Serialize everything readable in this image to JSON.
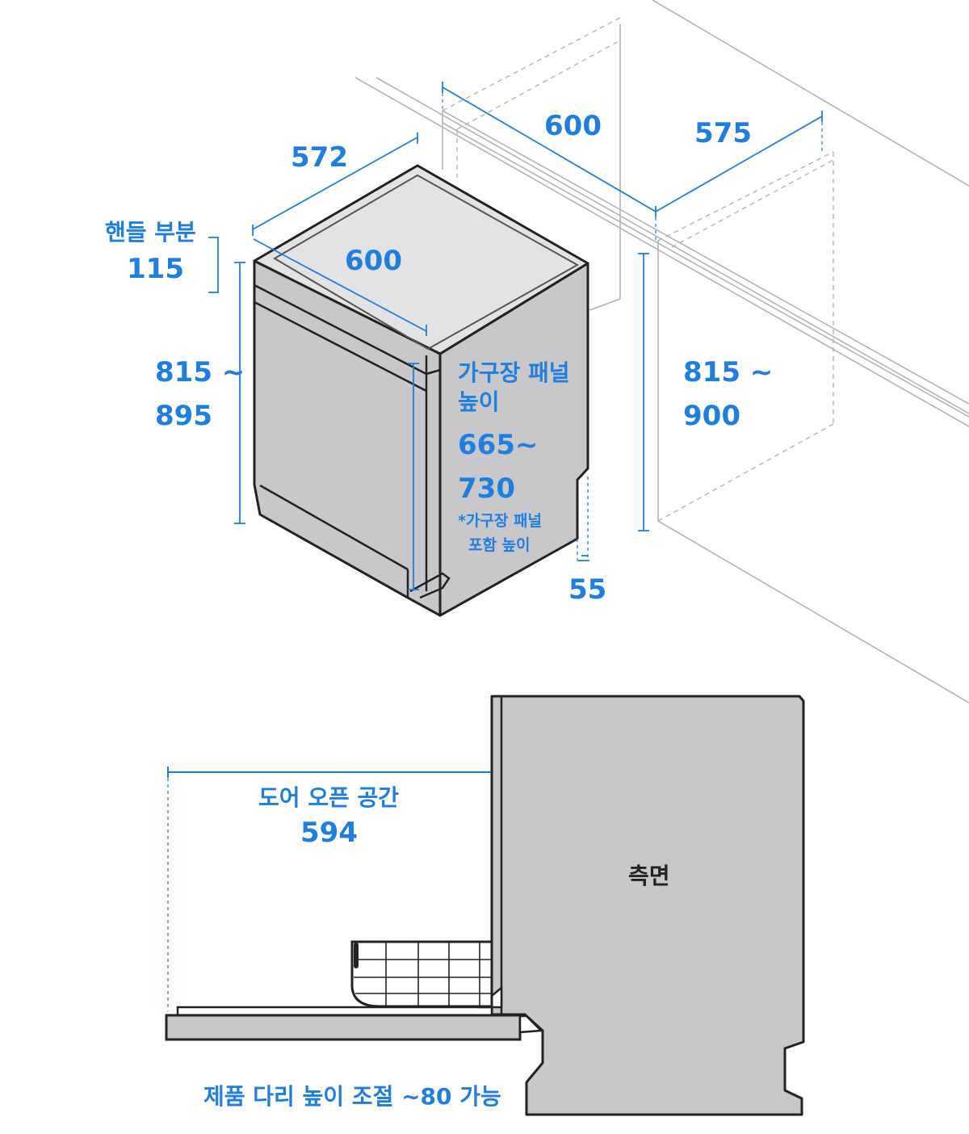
{
  "colors": {
    "accent": "#1f7fe0",
    "body_fill": "#c8c8ca",
    "top_fill": "#e3e3e5",
    "outline": "#222222",
    "cabinet_line": "#b4b4b4"
  },
  "iso": {
    "handle_part_label": "핸들 부분",
    "handle_part_value": "115",
    "depth_value": "572",
    "width_value": "600",
    "height_range_line1": "815 ~",
    "height_range_line2": "895",
    "panel_title_line1": "가구장 패널",
    "panel_title_line2": "높이",
    "panel_range_line1": "665~",
    "panel_range_line2": "730",
    "panel_note_line1": "*가구장 패널",
    "panel_note_line2": "포함 높이",
    "plinth_value": "55"
  },
  "cabinet": {
    "width_value": "600",
    "depth_value": "575",
    "height_range_line1": "815 ~",
    "height_range_line2": "900"
  },
  "side_view": {
    "door_open_label": "도어 오픈 공간",
    "door_open_value": "594",
    "side_label": "측면",
    "leg_note": "제품 다리 높이 조절 ~80 가능"
  }
}
